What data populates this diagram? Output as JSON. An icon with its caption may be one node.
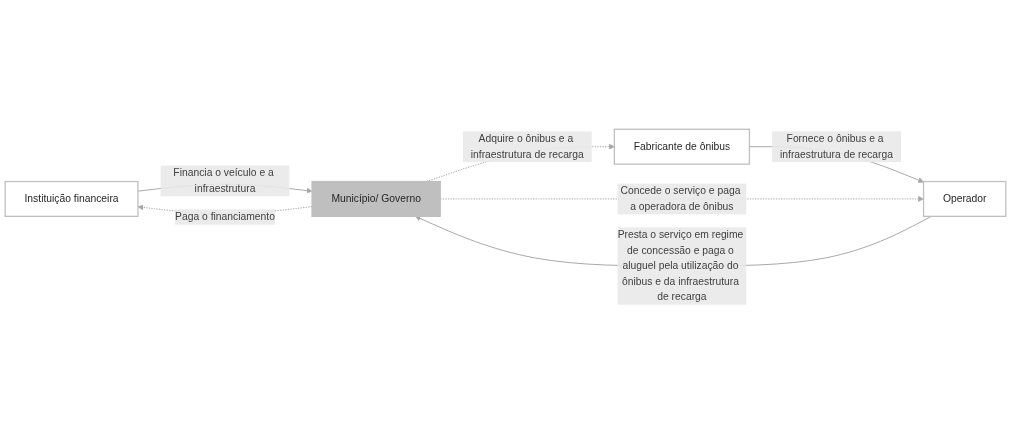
{
  "diagram": {
    "nodes": [
      {
        "text": [
          "Instituição financeira"
        ]
      },
      {
        "text": [
          "Fabricante de ônibus"
        ]
      },
      {
        "text": [
          "Município/ Governo"
        ]
      },
      {
        "text": [
          "Operador"
        ]
      }
    ],
    "edges": [
      {
        "from": 2,
        "to": 0,
        "arrow": "to",
        "style": "dashed",
        "label": "Paga o financiamento"
      },
      {
        "from": 0,
        "to": 2,
        "arrow": "to",
        "label": "Financia o veículo e a infraestrutura"
      },
      {
        "from": 2,
        "to": 1,
        "arrow": "to",
        "style": "dashed",
        "label": "Adquire o ônibus e a infraestrutura de recarga"
      },
      {
        "from": 1,
        "to": 3,
        "arrow": "to",
        "label": "Fornece o ônibus e a infraestrutura de recarga"
      },
      {
        "from": 2,
        "to": 3,
        "arrow": "to",
        "style": "dashed",
        "label": "Concede o serviço e paga a operadora de ônibus"
      },
      {
        "from": 3,
        "to": 2,
        "arrow": "to",
        "label": "Presta o serviço em regime de concessão e paga o aluguel pela utilização do ônibus e da infraestrutura de recarga"
      }
    ]
  }
}
